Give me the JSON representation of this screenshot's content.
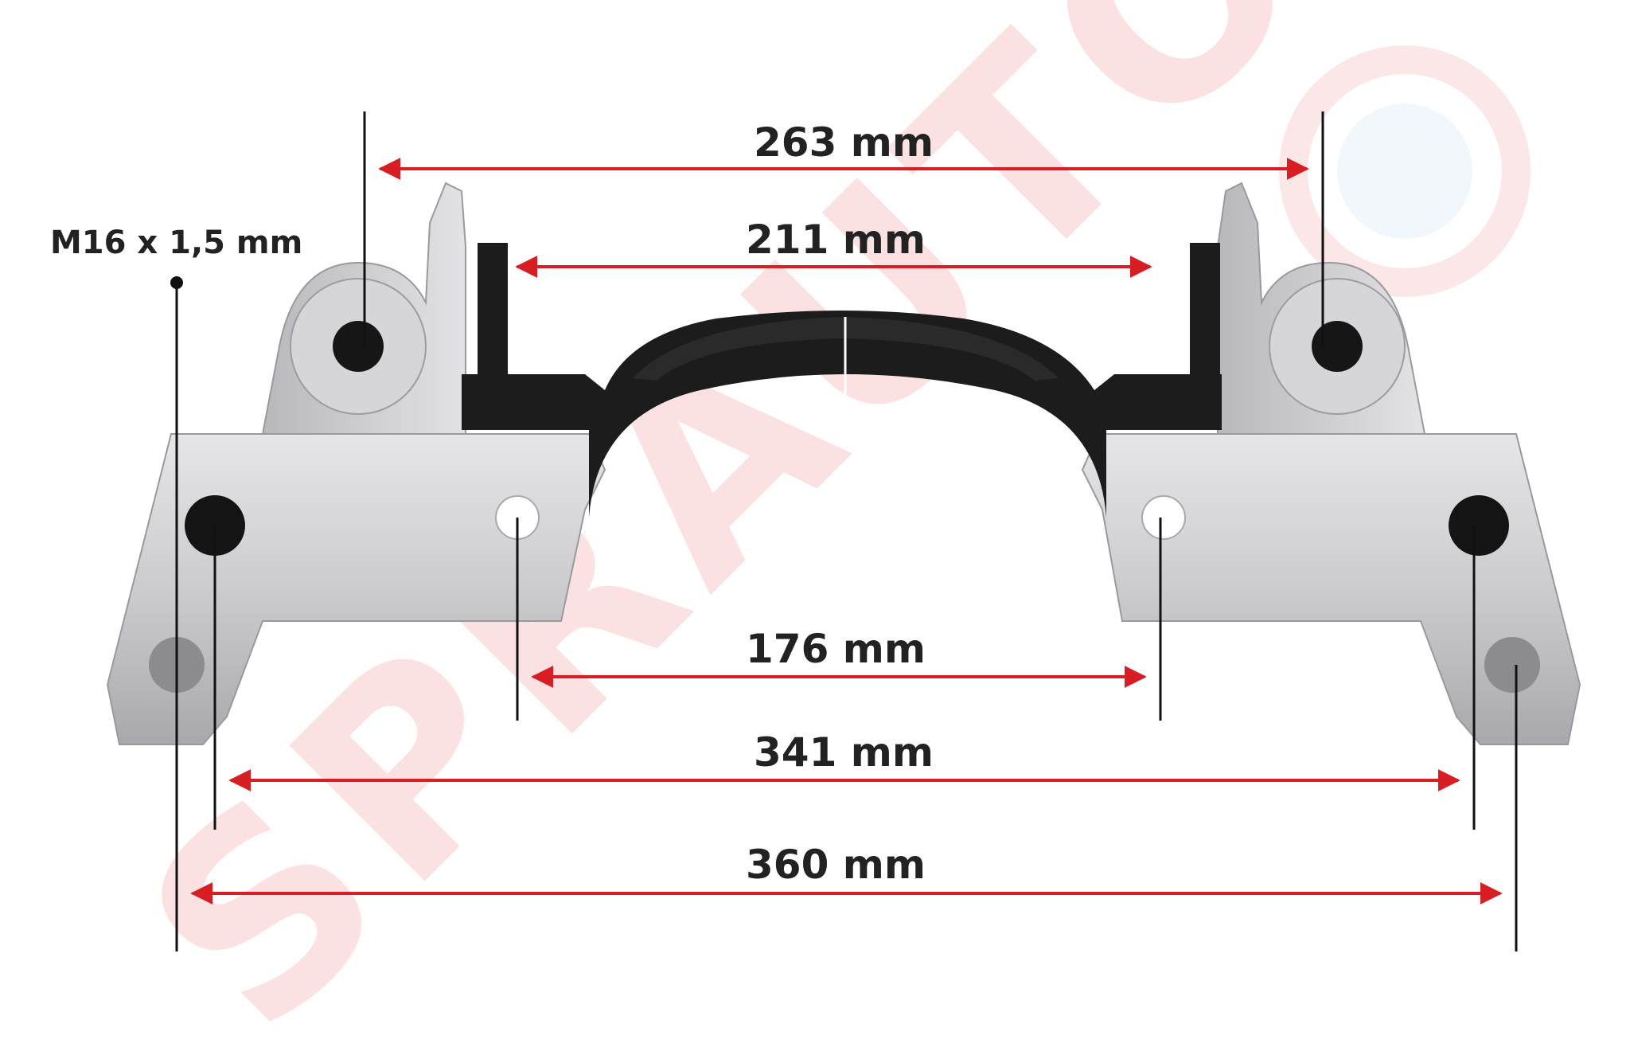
{
  "watermark": {
    "text": "SPRAUTO",
    "color": "#f7c9c9"
  },
  "colors": {
    "arrow": "#d81d23",
    "line": "#111111",
    "text": "#222222",
    "metal": "#c9c9cc",
    "metal_dark": "#7e7e82",
    "shadow": "#1c1c1c"
  },
  "thread_label": "M16 x 1,5 mm",
  "dimensions": {
    "d263": "263 mm",
    "d211": "211 mm",
    "d176": "176 mm",
    "d341": "341 mm",
    "d360": "360 mm"
  }
}
